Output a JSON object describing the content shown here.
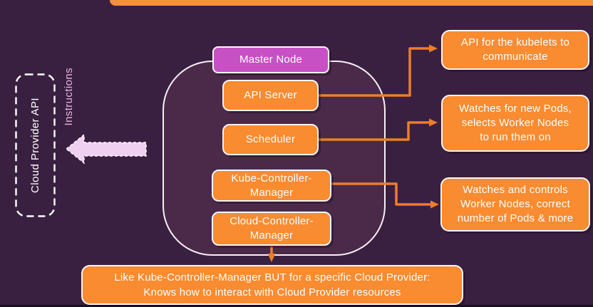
{
  "title": "Kubernetes Master Node components diagram",
  "colors": {
    "background": "#3a2040",
    "panel_fill": "#4a2a48",
    "box_orange": "#f98b31",
    "top_bar_orange": "#f78f3f",
    "master_magenta": "#c750c5",
    "arrow_orange": "#ed7d2b",
    "pink_arrow_fill": "#f0d0f0",
    "instructions_pink": "#e7b4e2",
    "text_white": "#ffffff"
  },
  "left_panel": {
    "cloud_provider_api_label": "Cloud Provider API",
    "instructions_label": "Instructions"
  },
  "master_node": {
    "label": "Master Node"
  },
  "components": {
    "api_server": {
      "lines": [
        "API Server"
      ]
    },
    "scheduler": {
      "lines": [
        "Scheduler"
      ]
    },
    "kube_controller_manager": {
      "lines": [
        "Kube-Controller-",
        "Manager"
      ]
    },
    "cloud_controller_manager": {
      "lines": [
        "Cloud-Controller-",
        "Manager"
      ]
    }
  },
  "annotations": {
    "api_note": {
      "lines": [
        "API for the kubelets to",
        "communicate"
      ]
    },
    "scheduler_note": {
      "lines": [
        "Watches for new Pods,",
        "selects Worker Nodes",
        "to run them on"
      ]
    },
    "kube_cm_note": {
      "lines": [
        "Watches and controls",
        "Worker Nodes, correct",
        "number of Pods & more"
      ]
    },
    "cloud_cm_note": {
      "lines": [
        "Like Kube-Controller-Manager BUT for a specific Cloud Provider:",
        "Knows how to interact with Cloud Provider resources"
      ]
    }
  }
}
